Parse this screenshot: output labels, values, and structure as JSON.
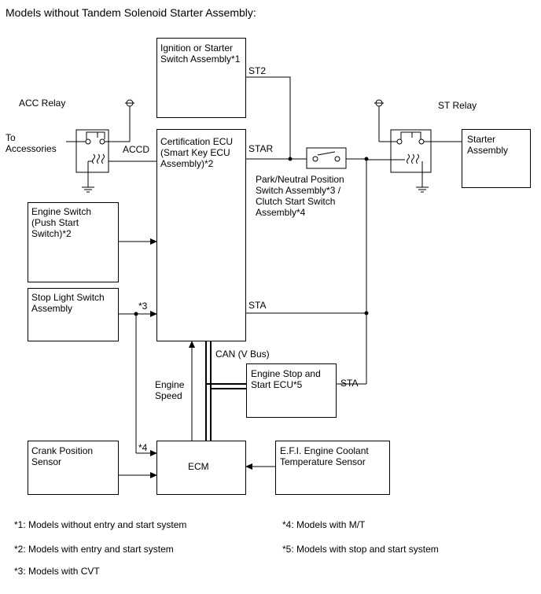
{
  "title": "Models without Tandem Solenoid Starter Assembly:",
  "blocks": {
    "ignition_switch": "Ignition or Starter\nSwitch Assembly*1",
    "certification_ecu": "Certification ECU\n(Smart Key ECU\nAssembly)*2",
    "engine_switch": "Engine Switch\n(Push Start\nSwitch)*2",
    "stop_light_switch": "Stop Light Switch\nAssembly",
    "engine_stop_start_ecu": "Engine Stop and\nStart ECU*5",
    "crank_position_sensor": "Crank Position\nSensor",
    "ecm": "ECM",
    "efi_sensor": "E.F.I. Engine Coolant\nTemperature Sensor",
    "starter_assembly": "Starter\nAssembly"
  },
  "labels": {
    "acc_relay": "ACC Relay",
    "st_relay": "ST Relay",
    "to_accessories": "To\nAccessories",
    "accd": "ACCD",
    "st2": "ST2",
    "star": "STAR",
    "park_neutral": "Park/Neutral Position\nSwitch Assembly*3 /\nClutch Start Switch\nAssembly*4",
    "sta_main": "STA",
    "sta_ecu": "STA",
    "can": "CAN (V Bus)",
    "engine_speed": "Engine\nSpeed",
    "note3": "*3",
    "note4": "*4"
  },
  "notes": [
    "*1: Models without entry and start system",
    "*2: Models with entry and start system",
    "*3: Models with CVT",
    "*4: Models with M/T",
    "*5: Models with stop and start system"
  ]
}
